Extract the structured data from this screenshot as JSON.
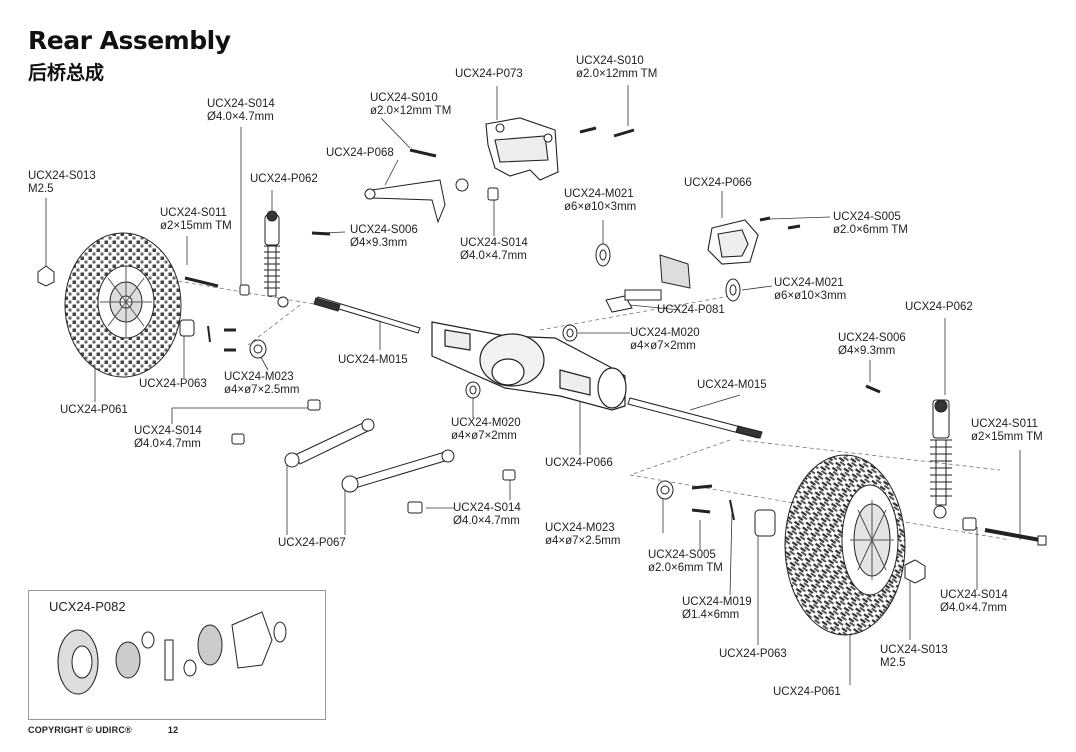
{
  "title_en": "Rear Assembly",
  "title_zh": "后桥总成",
  "inset_title": "UCX24-P082",
  "footer": {
    "copyright": "COPYRIGHT © UDIRC®",
    "page": "12"
  },
  "labels": [
    {
      "id": "s013-left",
      "lines": [
        "UCX24-S013",
        "M2.5"
      ]
    },
    {
      "id": "s014-top-left",
      "lines": [
        "UCX24-S014",
        "Ø4.0×4.7mm"
      ]
    },
    {
      "id": "s011-left",
      "lines": [
        "UCX24-S011",
        "ø2×15mm TM"
      ]
    },
    {
      "id": "p062-left",
      "lines": [
        "UCX24-P062"
      ]
    },
    {
      "id": "s010-left",
      "lines": [
        "UCX24-S010",
        "ø2.0×12mm TM"
      ]
    },
    {
      "id": "p068",
      "lines": [
        "UCX24-P068"
      ]
    },
    {
      "id": "p073",
      "lines": [
        "UCX24-P073"
      ]
    },
    {
      "id": "s010-right",
      "lines": [
        "UCX24-S010",
        "ø2.0×12mm TM"
      ]
    },
    {
      "id": "s006-left",
      "lines": [
        "UCX24-S006",
        "Ø4×9.3mm"
      ]
    },
    {
      "id": "s014-center",
      "lines": [
        "UCX24-S014",
        "Ø4.0×4.7mm"
      ]
    },
    {
      "id": "m021-left",
      "lines": [
        "UCX24-M021",
        "ø6×ø10×3mm"
      ]
    },
    {
      "id": "p066-top",
      "lines": [
        "UCX24-P066"
      ]
    },
    {
      "id": "s005-top",
      "lines": [
        "UCX24-S005",
        "ø2.0×6mm TM"
      ]
    },
    {
      "id": "m021-right",
      "lines": [
        "UCX24-M021",
        "ø6×ø10×3mm"
      ]
    },
    {
      "id": "p081",
      "lines": [
        "UCX24-P081"
      ]
    },
    {
      "id": "m020-top",
      "lines": [
        "UCX24-M020",
        "ø4×ø7×2mm"
      ]
    },
    {
      "id": "p062-right",
      "lines": [
        "UCX24-P062"
      ]
    },
    {
      "id": "s006-right",
      "lines": [
        "UCX24-S006",
        "Ø4×9.3mm"
      ]
    },
    {
      "id": "m015-left",
      "lines": [
        "UCX24-M015"
      ]
    },
    {
      "id": "p063-left",
      "lines": [
        "UCX24-P063"
      ]
    },
    {
      "id": "m023-left",
      "lines": [
        "UCX24-M023",
        "ø4×ø7×2.5mm"
      ]
    },
    {
      "id": "p061-left",
      "lines": [
        "UCX24-P061"
      ]
    },
    {
      "id": "s014-left",
      "lines": [
        "UCX24-S014",
        "Ø4.0×4.7mm"
      ]
    },
    {
      "id": "m020-bottom",
      "lines": [
        "UCX24-M020",
        "ø4×ø7×2mm"
      ]
    },
    {
      "id": "m015-right",
      "lines": [
        "UCX24-M015"
      ]
    },
    {
      "id": "p066-bottom",
      "lines": [
        "UCX24-P066"
      ]
    },
    {
      "id": "s011-right",
      "lines": [
        "UCX24-S011",
        "ø2×15mm TM"
      ]
    },
    {
      "id": "s014-bottom-center",
      "lines": [
        "UCX24-S014",
        "Ø4.0×4.7mm"
      ]
    },
    {
      "id": "p067",
      "lines": [
        "UCX24-P067"
      ]
    },
    {
      "id": "m023-right",
      "lines": [
        "UCX24-M023",
        "ø4×ø7×2.5mm"
      ]
    },
    {
      "id": "s005-bottom",
      "lines": [
        "UCX24-S005",
        "ø2.0×6mm TM"
      ]
    },
    {
      "id": "m019",
      "lines": [
        "UCX24-M019",
        "Ø1.4×6mm"
      ]
    },
    {
      "id": "p063-right",
      "lines": [
        "UCX24-P063"
      ]
    },
    {
      "id": "s014-bottom-right",
      "lines": [
        "UCX24-S014",
        "Ø4.0×4.7mm"
      ]
    },
    {
      "id": "s013-right",
      "lines": [
        "UCX24-S013",
        "M2.5"
      ]
    },
    {
      "id": "p061-right",
      "lines": [
        "UCX24-P061"
      ]
    }
  ]
}
